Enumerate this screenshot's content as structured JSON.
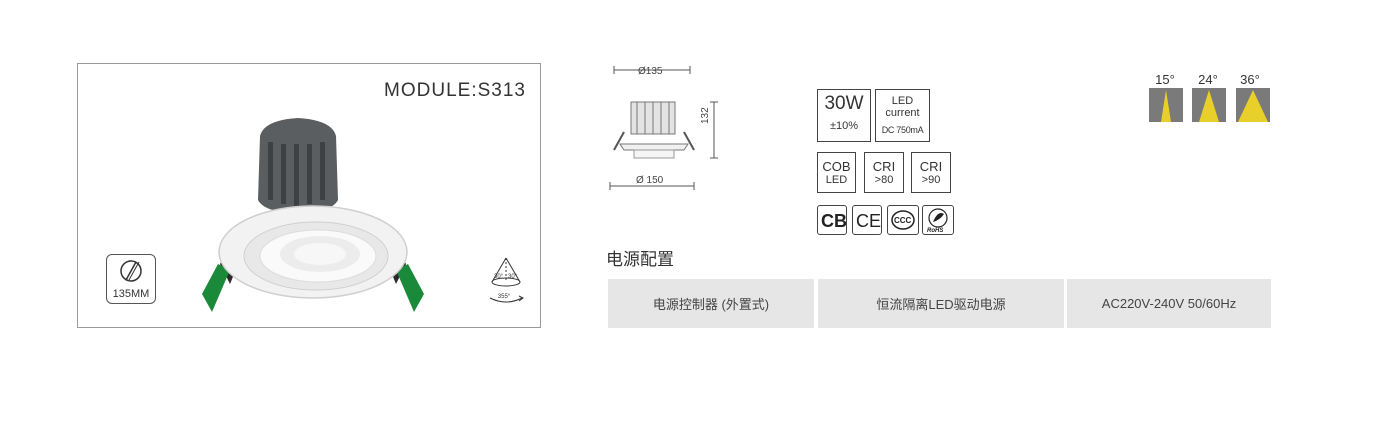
{
  "module": {
    "title": "MODULE:S313"
  },
  "size_badge": {
    "label": "135MM",
    "icon": "cutout-diameter-icon"
  },
  "beam_info": {
    "left_angle": "30°",
    "right_angle": "30°",
    "rotation": "355°",
    "icon": "beam-angle-cone-icon"
  },
  "dimensions": {
    "top_diameter": "Ø135",
    "bottom_diameter": "Ø 150",
    "height": "132"
  },
  "specs": {
    "power": "30W",
    "tolerance": "±10%",
    "led_line1": "LED",
    "led_line2": "current",
    "led_current": "DC 750mA",
    "cob_line1": "COB",
    "cob_line2": "LED",
    "cri_a_line1": "CRI",
    "cri_a_line2": ">80",
    "cri_b_line1": "CRI",
    "cri_b_line2": ">90"
  },
  "certifications": [
    {
      "label": "CB",
      "icon": "cb-cert-icon"
    },
    {
      "label": "CE",
      "icon": "ce-cert-icon"
    },
    {
      "label": "CCC",
      "icon": "ccc-cert-icon"
    },
    {
      "label": "RoHS",
      "icon": "rohs-cert-icon"
    }
  ],
  "beam_angles": [
    {
      "label": "15°",
      "icon": "beam-15-icon"
    },
    {
      "label": "24°",
      "icon": "beam-24-icon"
    },
    {
      "label": "36°",
      "icon": "beam-36-icon"
    }
  ],
  "colors": {
    "beam_yellow": "#e8cf2a",
    "beam_bg": "#7a7a7a",
    "cell_bg": "#e6e6e6",
    "clip_green": "#1a8a3a"
  },
  "power_section": {
    "heading": "电源配置",
    "cells": [
      "电源控制器 (外置式)",
      "恒流隔离LED驱动电源",
      "AC220V-240V  50/60Hz"
    ]
  }
}
